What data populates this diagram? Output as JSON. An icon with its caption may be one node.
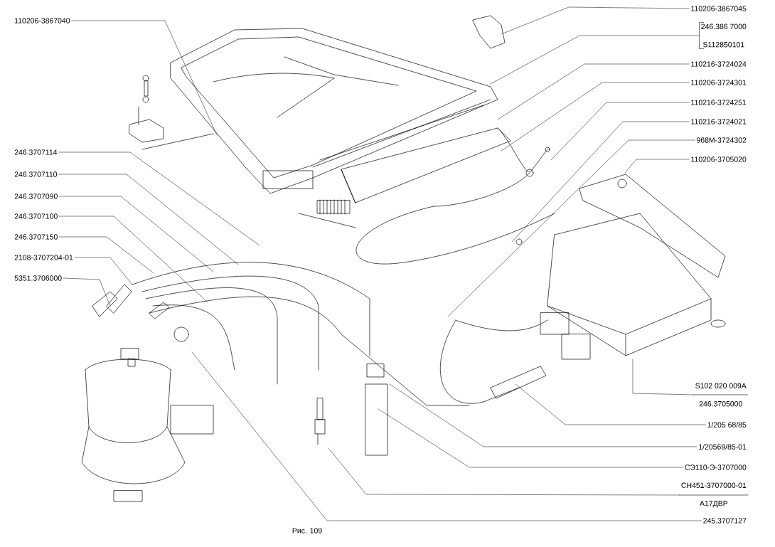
{
  "diagram": {
    "caption": "Рис. 109",
    "nodes": [
      {
        "text": [
          "110206-3867040"
        ]
      },
      {
        "text": [
          "246.3707114"
        ]
      },
      {
        "text": [
          "246.3707110"
        ]
      },
      {
        "text": [
          "246.3707090"
        ]
      },
      {
        "text": [
          "246.3707100"
        ]
      },
      {
        "text": [
          "246.3707150"
        ]
      },
      {
        "text": [
          "2108-3707204-01"
        ]
      },
      {
        "text": [
          "5351.3706000"
        ]
      },
      {
        "text": [
          "110206-3867045"
        ]
      },
      {
        "text": [
          "246.386 7000",
          "S112850101"
        ]
      },
      {
        "text": [
          "110216-3724024"
        ]
      },
      {
        "text": [
          "110206-3724301"
        ]
      },
      {
        "text": [
          "110216-3724251"
        ]
      },
      {
        "text": [
          "110216-3724021"
        ]
      },
      {
        "text": [
          "968М-3724302"
        ]
      },
      {
        "text": [
          "110206-3705020"
        ]
      },
      {
        "text": [
          "S102 020 009А",
          "246.3705000"
        ]
      },
      {
        "text": [
          "1/205 68/85"
        ]
      },
      {
        "text": [
          "1/20569/85-01"
        ]
      },
      {
        "text": [
          "СЭ110-Э-3707000"
        ]
      },
      {
        "text": [
          "СН451-3707000-01",
          "А17ДВР"
        ]
      },
      {
        "text": [
          "245.3707127"
        ]
      }
    ],
    "edges": [
      {
        "from": 0,
        "to": null,
        "arrow": "none"
      },
      {
        "from": 1,
        "to": null,
        "arrow": "none"
      },
      {
        "from": 2,
        "to": null,
        "arrow": "none"
      },
      {
        "from": 3,
        "to": null,
        "arrow": "none"
      },
      {
        "from": 4,
        "to": null,
        "arrow": "none"
      },
      {
        "from": 5,
        "to": null,
        "arrow": "none"
      },
      {
        "from": 6,
        "to": null,
        "arrow": "none"
      },
      {
        "from": 7,
        "to": null,
        "arrow": "none"
      },
      {
        "from": 8,
        "to": null,
        "arrow": "none"
      },
      {
        "from": 9,
        "to": null,
        "arrow": "none"
      },
      {
        "from": 10,
        "to": null,
        "arrow": "none"
      },
      {
        "from": 11,
        "to": null,
        "arrow": "none"
      },
      {
        "from": 12,
        "to": null,
        "arrow": "none"
      },
      {
        "from": 13,
        "to": null,
        "arrow": "none"
      },
      {
        "from": 14,
        "to": null,
        "arrow": "none"
      },
      {
        "from": 15,
        "to": null,
        "arrow": "none"
      },
      {
        "from": 16,
        "to": null,
        "arrow": "none"
      },
      {
        "from": 17,
        "to": null,
        "arrow": "none"
      },
      {
        "from": 18,
        "to": null,
        "arrow": "none"
      },
      {
        "from": 19,
        "to": null,
        "arrow": "none"
      },
      {
        "from": 20,
        "to": null,
        "arrow": "none"
      },
      {
        "from": 21,
        "to": null,
        "arrow": "none"
      }
    ]
  }
}
